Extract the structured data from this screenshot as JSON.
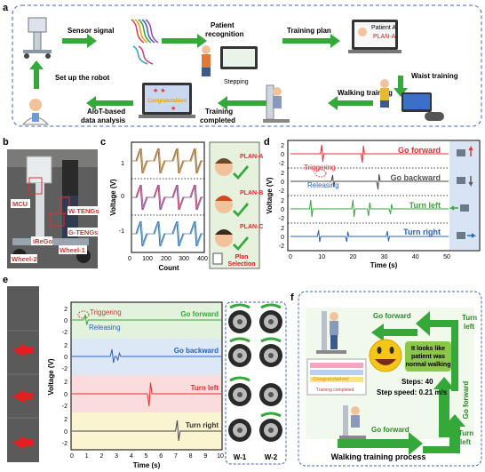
{
  "panels": {
    "a": "a",
    "b": "b",
    "c": "c",
    "d": "d",
    "e": "e",
    "f": "f"
  },
  "a": {
    "sensor": "Sensor signal",
    "patient1": "Patient",
    "patient2": "recognition",
    "stepping": "Stepping",
    "plan": "Training plan",
    "patientA": "Patient A",
    "planA": "PLAN-A",
    "waist": "Waist training",
    "walking": "Walking training",
    "congrats": "Congratulation!",
    "completed1": "Training",
    "completed2": "completed",
    "aiot1": "AIoT-based",
    "aiot2": "data analysis",
    "setup": "Set up the robot"
  },
  "b": {
    "mcu": "MCU",
    "wt": "W-TENGs",
    "gt": "G-TENGs",
    "irego": "iReGo",
    "w2": "Wheel-2",
    "w1": "Wheel-1"
  },
  "c": {
    "ylabel": "Voltage (V)",
    "xlabel": "Count",
    "xticks": [
      "0",
      "100",
      "200",
      "300",
      "400"
    ],
    "yticks": [
      "-1",
      "0",
      "1"
    ],
    "plans": [
      "PLAN-A",
      "PLAN-B",
      "PLAN-C"
    ],
    "sel1": "Plan",
    "sel2": "Selection"
  },
  "d": {
    "ylabel": "Voltage (V)",
    "xlabel": "Time (s)",
    "xticks": [
      "0",
      "10",
      "20",
      "30",
      "40",
      "50"
    ],
    "yticks": [
      "2",
      "0",
      "-2",
      "2",
      "0",
      "-2",
      "2",
      "0",
      "-2",
      "2",
      "0",
      "-2"
    ],
    "labels": [
      "Go forward",
      "Go backward",
      "Turn left",
      "Turn right"
    ],
    "triggering": "Triggering",
    "releasing": "Releasing"
  },
  "e": {
    "ylabel": "Voltage (V)",
    "xlabel": "Time (s)",
    "xticks": [
      "0",
      "1",
      "2",
      "3",
      "4",
      "5",
      "6",
      "7",
      "8",
      "9",
      "10"
    ],
    "yticks": [
      "2",
      "0",
      "-2",
      "2",
      "0",
      "-2",
      "2",
      "0",
      "-2",
      "2",
      "0",
      "-2"
    ],
    "labels": [
      "Go forward",
      "Go backward",
      "Turn left",
      "Turn right"
    ],
    "triggering": "Triggering",
    "releasing": "Releasing",
    "w1": "W-1",
    "w2": "W-2"
  },
  "f": {
    "gf1": "Go forward",
    "gf2": "Go forward",
    "gf3": "Go forward",
    "tl1a": "Turn",
    "tl1b": "left",
    "tl2a": "Turn",
    "tl2b": "left",
    "bubble1": "It looks like",
    "bubble2": "patient was",
    "bubble3": "normal walking",
    "steps": "Steps:  40",
    "speed": "Step speed:  0.21 m/s",
    "congrats": "Congratulation!",
    "completed": "Training completed",
    "title": "Walking training process"
  },
  "colors": {
    "green": "#3aa53a",
    "red": "#e03030",
    "blue": "#2a60c0",
    "dash": "#3b66b8"
  }
}
